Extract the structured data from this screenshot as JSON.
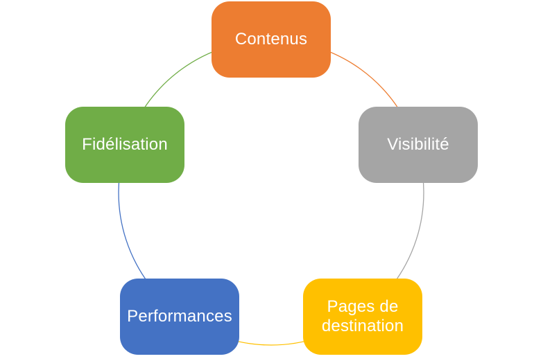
{
  "diagram": {
    "type": "cycle",
    "background_color": "#ffffff",
    "label_text_color": "#ffffff",
    "nodes": [
      {
        "label": "Contenus",
        "color": "#ED7D31",
        "position": "top"
      },
      {
        "label": "Visibilité",
        "color": "#A5A5A5",
        "position": "right"
      },
      {
        "label": "Pages de destination",
        "color": "#FFC000",
        "position": "bottom-right"
      },
      {
        "label": "Performances",
        "color": "#4472C4",
        "position": "bottom-left"
      },
      {
        "label": "Fidélisation",
        "color": "#70AD47",
        "position": "left"
      }
    ],
    "connectors": [
      {
        "from": "Fidélisation",
        "to": "Contenus",
        "color": "#70AD47"
      },
      {
        "from": "Contenus",
        "to": "Visibilité",
        "color": "#ED7D31"
      },
      {
        "from": "Visibilité",
        "to": "Pages de destination",
        "color": "#A5A5A5"
      },
      {
        "from": "Pages de destination",
        "to": "Performances",
        "color": "#FFC000"
      },
      {
        "from": "Performances",
        "to": "Fidélisation",
        "color": "#4472C4"
      }
    ]
  }
}
